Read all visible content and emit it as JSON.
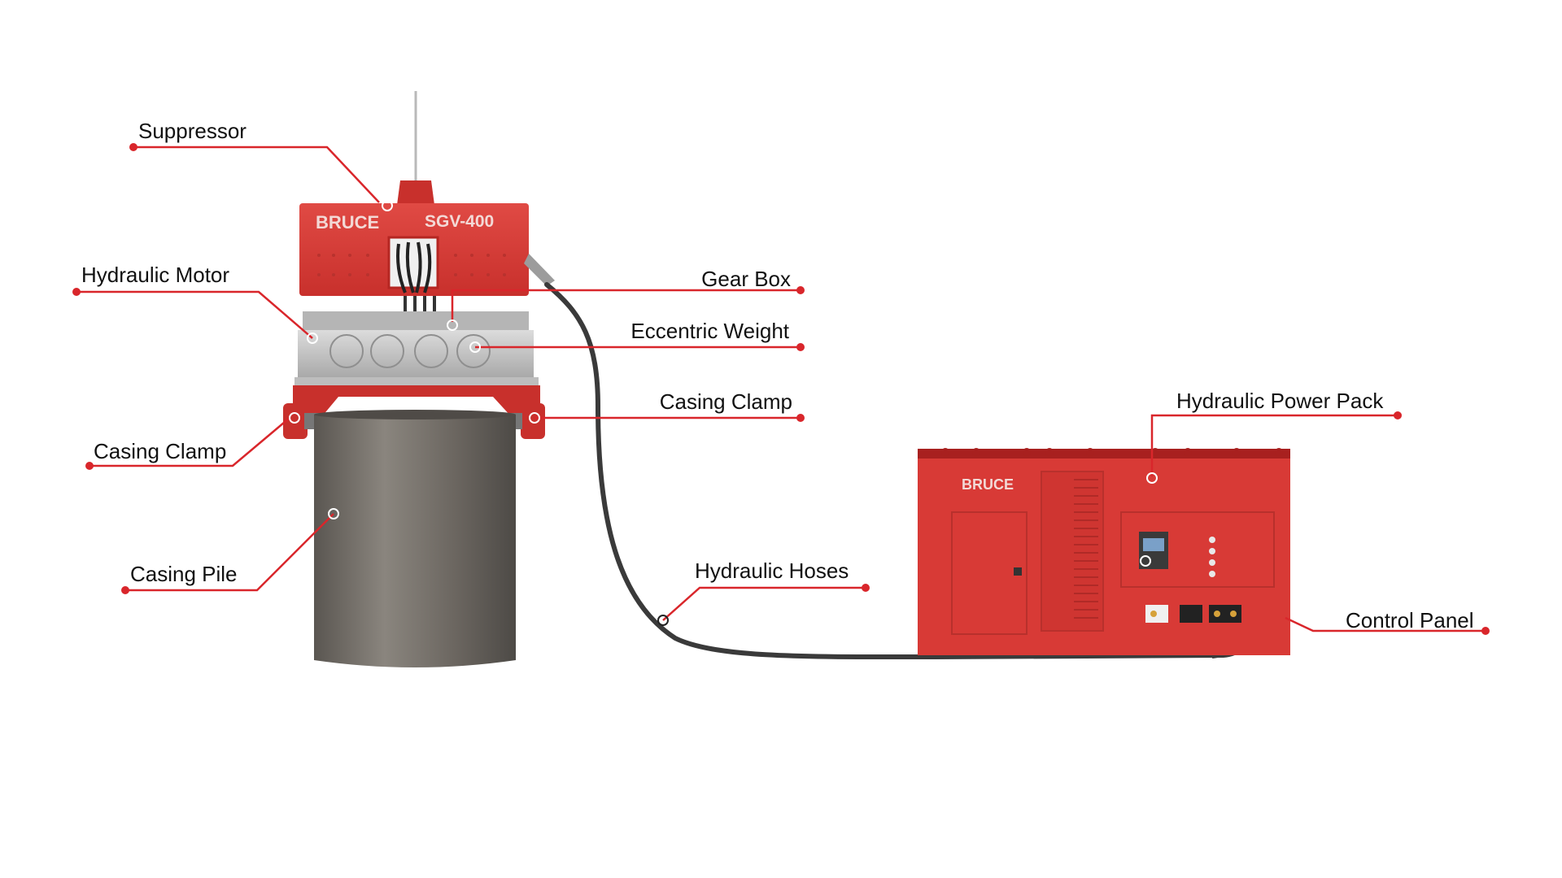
{
  "colors": {
    "accent": "#d9262b",
    "machine_red": "#d83a36",
    "machine_red_dark": "#a8201f",
    "steel": "#c9c9c9",
    "pile": "#6f6b66",
    "hose": "#3a3a3a",
    "label_text": "#111111"
  },
  "vibro_hammer": {
    "brand": "BRUCE",
    "model": "SGV-400"
  },
  "power_pack": {
    "brand": "BRUCE"
  },
  "labels": {
    "suppressor": "Suppressor",
    "hydraulic_motor": "Hydraulic Motor",
    "gear_box": "Gear Box",
    "eccentric_weight": "Eccentric Weight",
    "casing_clamp_right": "Casing Clamp",
    "casing_clamp_left": "Casing Clamp",
    "casing_pile": "Casing Pile",
    "hydraulic_hoses": "Hydraulic Hoses",
    "hydraulic_power_pack": "Hydraulic Power Pack",
    "control_panel": "Control Panel"
  }
}
